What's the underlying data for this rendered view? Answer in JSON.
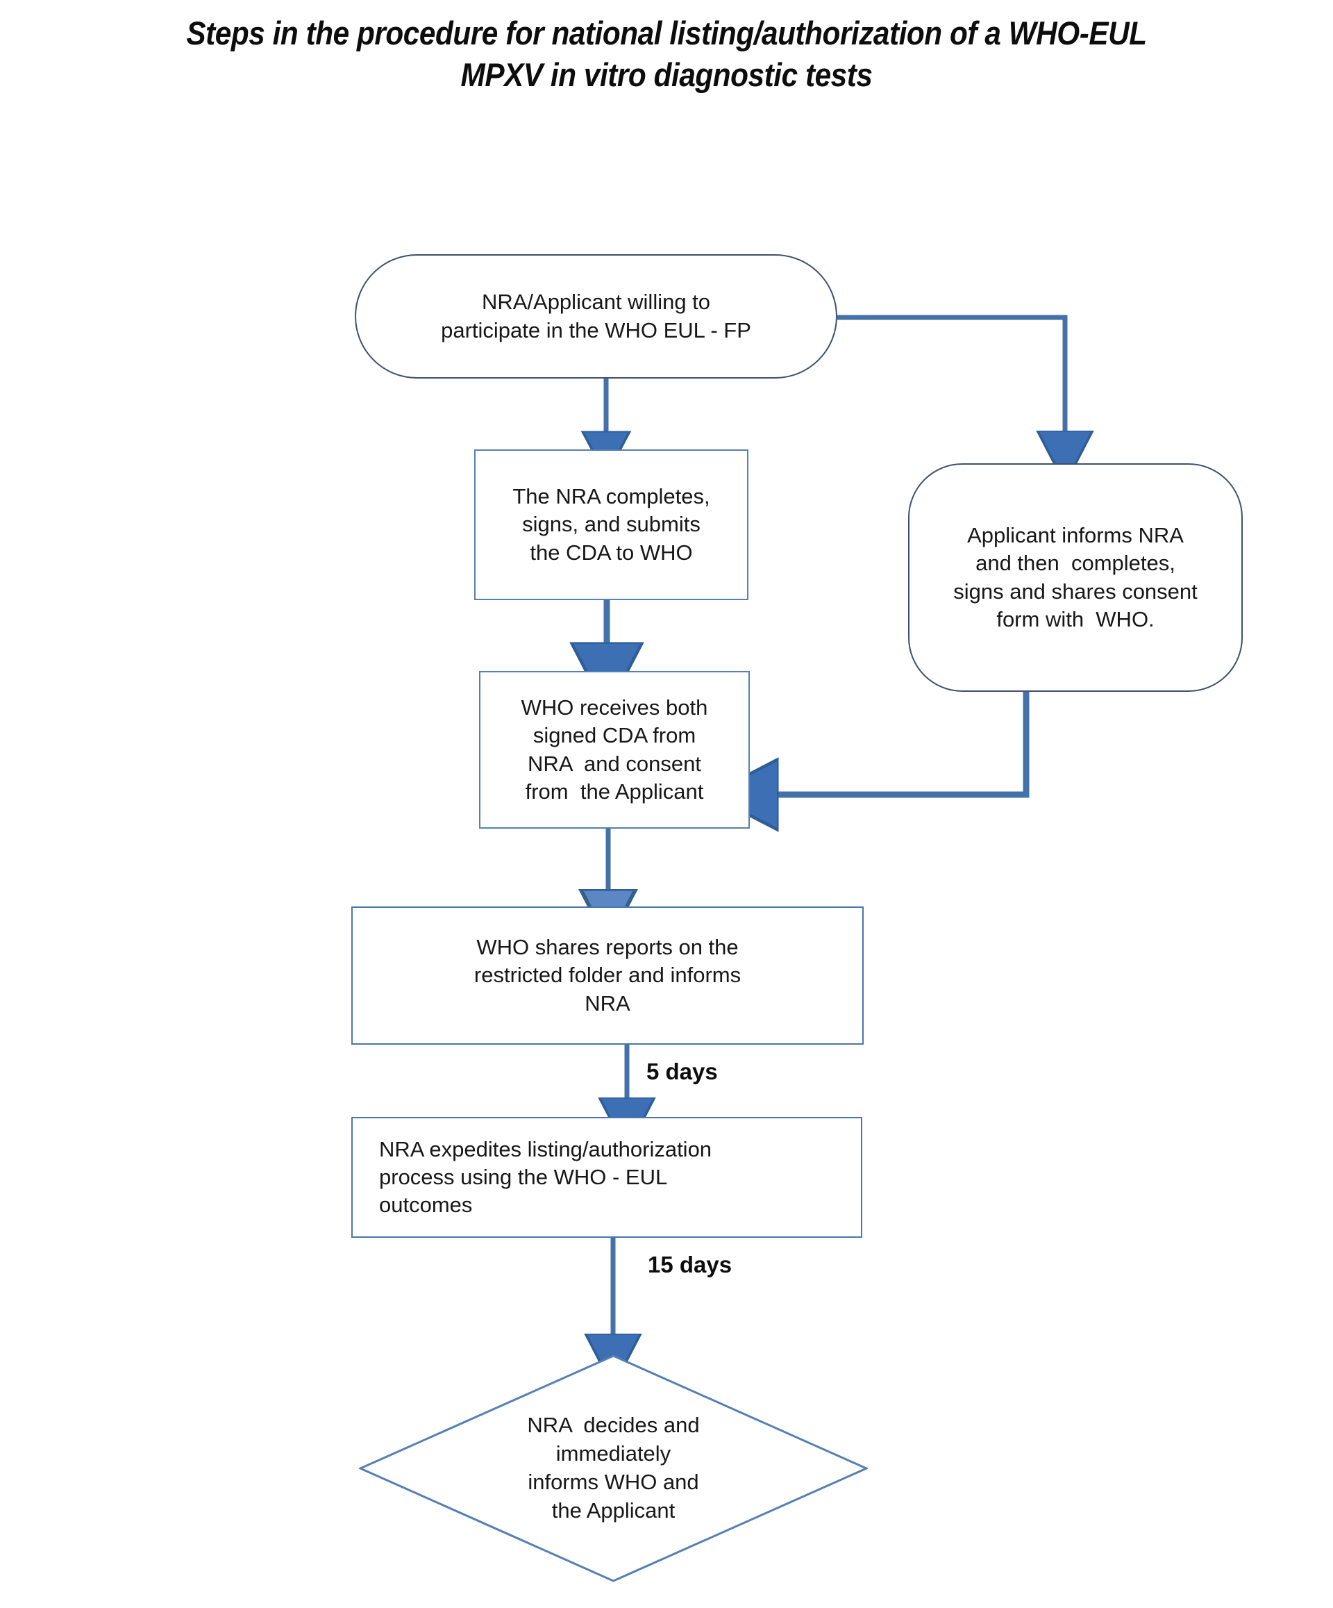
{
  "title": {
    "line1": "Steps in the procedure for national listing/authorization of a WHO-EUL",
    "line2": "MPXV in vitro diagnostic tests"
  },
  "colors": {
    "node_outline_dark": "#3f4f6e",
    "node_outline_light": "#5580b4",
    "connector": "#4472a8",
    "arrow_fill": "#3c6fb4",
    "text": "#171717",
    "background": "#ffffff"
  },
  "chart_data": {
    "type": "diagram",
    "diagram_kind": "flowchart",
    "orientation": "top-to-bottom",
    "title": "Steps in the procedure for national listing/authorization of a WHO-EUL MPXV in vitro diagnostic tests",
    "nodes": [
      {
        "id": "start",
        "shape": "stadium",
        "lines": [
          "NRA/Applicant willing to",
          "participate in the WHO EUL - FP"
        ]
      },
      {
        "id": "nra_cda",
        "shape": "rectangle",
        "lines": [
          "The NRA completes,",
          "signs, and submits",
          "the CDA to WHO"
        ]
      },
      {
        "id": "applicant_consent",
        "shape": "rounded-rectangle",
        "lines": [
          "Applicant informs NRA",
          "and then  completes,",
          "signs and shares consent",
          "form with  WHO."
        ]
      },
      {
        "id": "who_receives",
        "shape": "rectangle",
        "lines": [
          "WHO receives both",
          "signed CDA from",
          "NRA  and consent",
          "from  the Applicant"
        ]
      },
      {
        "id": "who_shares",
        "shape": "rectangle",
        "lines": [
          "WHO shares reports on the",
          "restricted folder and informs",
          "NRA"
        ]
      },
      {
        "id": "nra_expedites",
        "shape": "rectangle",
        "align": "left",
        "lines": [
          "NRA expedites listing/authorization",
          "process using the WHO - EUL",
          "outcomes"
        ]
      },
      {
        "id": "nra_decides",
        "shape": "diamond",
        "lines": [
          "NRA  decides and",
          "immediately",
          "informs WHO and",
          "the Applicant"
        ]
      }
    ],
    "edges": [
      {
        "from": "start",
        "to": "nra_cda",
        "label": ""
      },
      {
        "from": "start",
        "to": "applicant_consent",
        "label": ""
      },
      {
        "from": "nra_cda",
        "to": "who_receives",
        "label": ""
      },
      {
        "from": "applicant_consent",
        "to": "who_receives",
        "label": ""
      },
      {
        "from": "who_receives",
        "to": "who_shares",
        "label": ""
      },
      {
        "from": "who_shares",
        "to": "nra_expedites",
        "label": "5 days"
      },
      {
        "from": "nra_expedites",
        "to": "nra_decides",
        "label": "15 days"
      }
    ]
  },
  "nodes": {
    "start": {
      "l1": "NRA/Applicant willing to",
      "l2": "participate in the WHO EUL - FP"
    },
    "nra_cda": {
      "l1": "The NRA completes,",
      "l2": "signs, and submits",
      "l3": "the CDA to WHO"
    },
    "applicant_consent": {
      "l1": "Applicant informs NRA",
      "l2": "and then  completes,",
      "l3": "signs and shares consent",
      "l4": "form with  WHO."
    },
    "who_receives": {
      "l1": "WHO receives both",
      "l2": "signed CDA from",
      "l3": "NRA  and consent",
      "l4": "from  the Applicant"
    },
    "who_shares": {
      "l1": "WHO shares reports on the",
      "l2": "restricted folder and informs",
      "l3": "NRA"
    },
    "nra_expedites": {
      "l1": "NRA expedites listing/authorization",
      "l2": "process using the WHO - EUL",
      "l3": "outcomes"
    },
    "nra_decides": {
      "l1": "NRA  decides and",
      "l2": "immediately",
      "l3": "informs WHO and",
      "l4": "the Applicant"
    }
  },
  "edge_labels": {
    "five_days": "5 days",
    "fifteen_days": "15 days"
  }
}
